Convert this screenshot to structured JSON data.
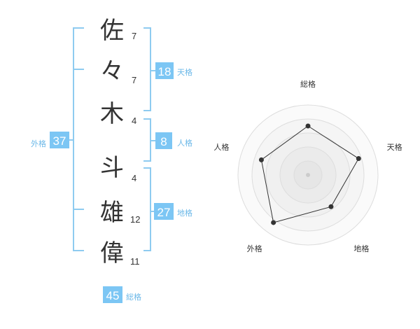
{
  "colors": {
    "bracket": "#8ecbf0",
    "badge": "#7cc6f4",
    "badge_label": "#6bb8e8",
    "text": "#333333"
  },
  "characters": [
    {
      "char": "佐",
      "strokes": "7"
    },
    {
      "char": "々",
      "strokes": "7"
    },
    {
      "char": "木",
      "strokes": "4"
    },
    {
      "char": "斗",
      "strokes": "4"
    },
    {
      "char": "雄",
      "strokes": "12"
    },
    {
      "char": "偉",
      "strokes": "11"
    }
  ],
  "kaku": {
    "tenkaku": {
      "value": "18",
      "label": "天格"
    },
    "jinkaku": {
      "value": "8",
      "label": "人格"
    },
    "chikaku": {
      "value": "27",
      "label": "地格"
    },
    "gaikaku": {
      "value": "37",
      "label": "外格"
    },
    "soukaku": {
      "value": "45",
      "label": "総格"
    }
  },
  "chart_data": {
    "type": "radar",
    "axes": [
      "総格",
      "天格",
      "地格",
      "外格",
      "人格"
    ],
    "values": [
      3.5,
      3.8,
      2.8,
      4.2,
      3.5
    ],
    "max": 5
  }
}
